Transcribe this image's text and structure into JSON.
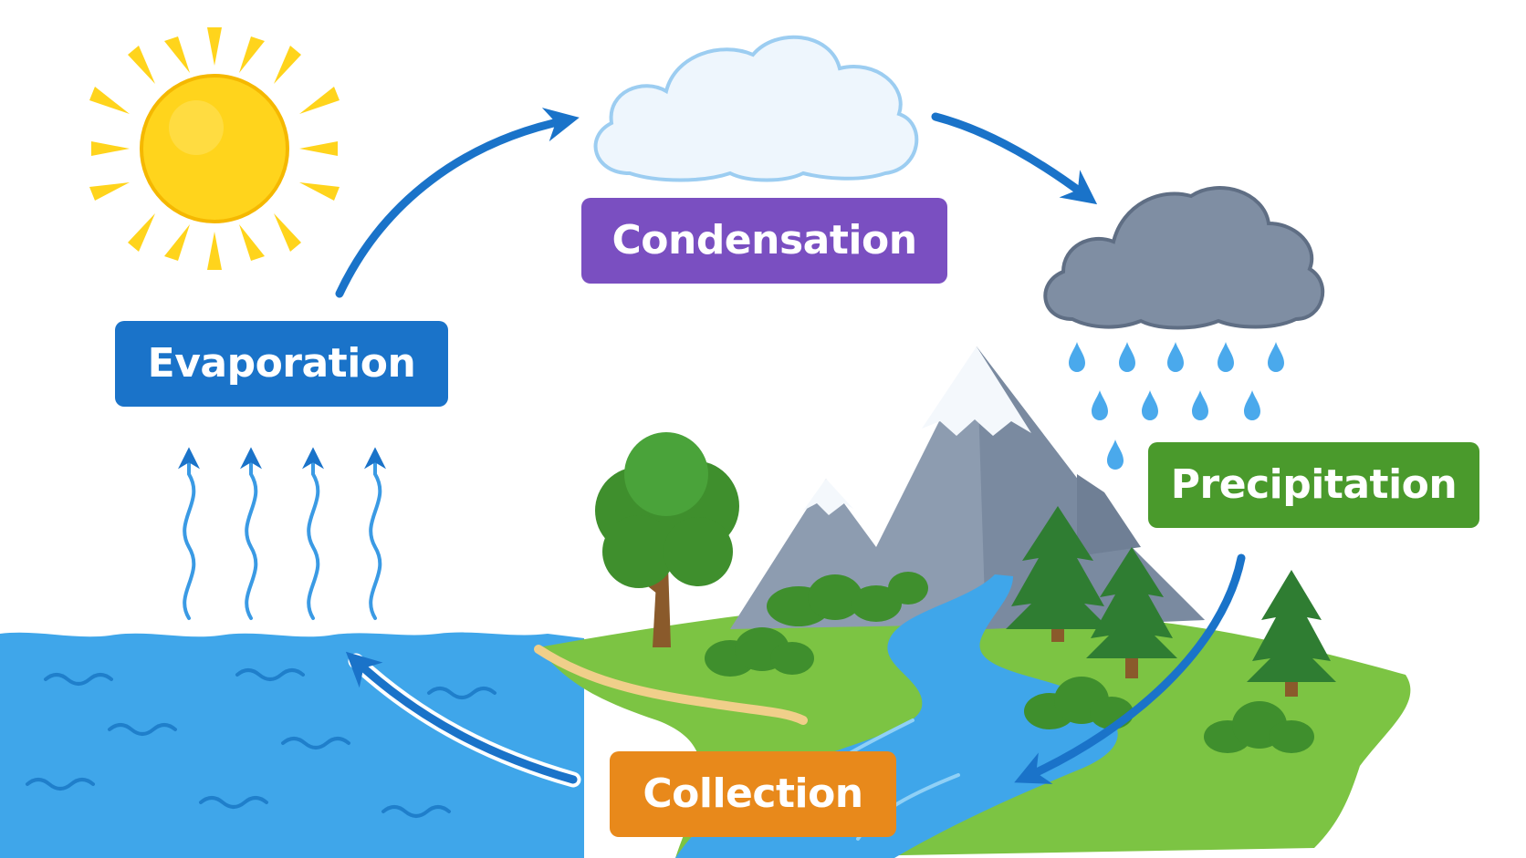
{
  "stages": {
    "evaporation": {
      "label": "Evaporation",
      "color": "#1a73c9"
    },
    "condensation": {
      "label": "Condensation",
      "color": "#7a4fc1"
    },
    "precipitation": {
      "label": "Precipitation",
      "color": "#4a9a2c"
    },
    "collection": {
      "label": "Collection",
      "color": "#e8891b"
    }
  },
  "colors": {
    "arrow": "#1a73c9",
    "water": "#3fa6ea",
    "water_dark": "#2b8fd6",
    "grass": "#7cc443",
    "mountain": "#8d9cb0",
    "snow": "#f4f8fc",
    "sun": "#ffd41c",
    "sun_rays": "#ffd41c",
    "white_cloud": "#eef6fd",
    "rain_cloud": "#7f8ea3",
    "raindrop": "#4aa9ec",
    "tree_leaves": "#3f8f2d",
    "pine": "#2f7d32",
    "trunk": "#8a5a2b",
    "sand": "#f0cf8a"
  },
  "icons": [
    "sun-icon",
    "white-cloud-icon",
    "rain-cloud-icon",
    "raindrop-icon",
    "mountain-icon",
    "tree-icon",
    "pine-tree-icon",
    "bush-icon",
    "vapor-arrow-icon"
  ]
}
